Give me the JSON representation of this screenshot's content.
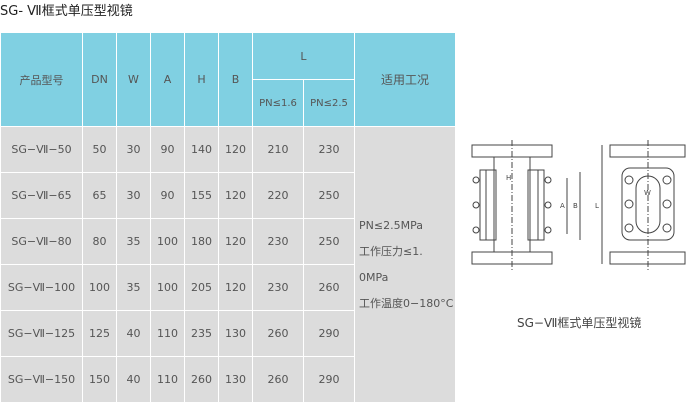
{
  "title": "SG- Ⅶ框式单压型视镜",
  "headers": {
    "model": "产品型号",
    "dn": "DN",
    "w": "W",
    "a": "A",
    "h": "H",
    "b": "B",
    "l": "L",
    "l1": "PN≤1.6",
    "l2": "PN≤2.5",
    "cond": "适用工况"
  },
  "rows": [
    [
      "SG−Ⅶ−50",
      "50",
      "30",
      "90",
      "140",
      "120",
      "210",
      "230"
    ],
    [
      "SG−Ⅶ−65",
      "65",
      "30",
      "90",
      "155",
      "120",
      "220",
      "250"
    ],
    [
      "SG−Ⅶ−80",
      "80",
      "35",
      "100",
      "180",
      "120",
      "230",
      "250"
    ],
    [
      "SG−Ⅶ−100",
      "100",
      "35",
      "100",
      "205",
      "120",
      "230",
      "260"
    ],
    [
      "SG−Ⅶ−125",
      "125",
      "40",
      "110",
      "235",
      "130",
      "260",
      "290"
    ],
    [
      "SG−Ⅶ−150",
      "150",
      "40",
      "110",
      "260",
      "130",
      "260",
      "290"
    ]
  ],
  "conditions": [
    "PN≤2.5MPa",
    "工作压力≤1.",
    "0MPa",
    "工作温度0−180°C"
  ],
  "figure": {
    "caption": "SG−Ⅶ框式单压型视镜",
    "labels": [
      "H",
      "A",
      "B",
      "L",
      "W"
    ]
  }
}
